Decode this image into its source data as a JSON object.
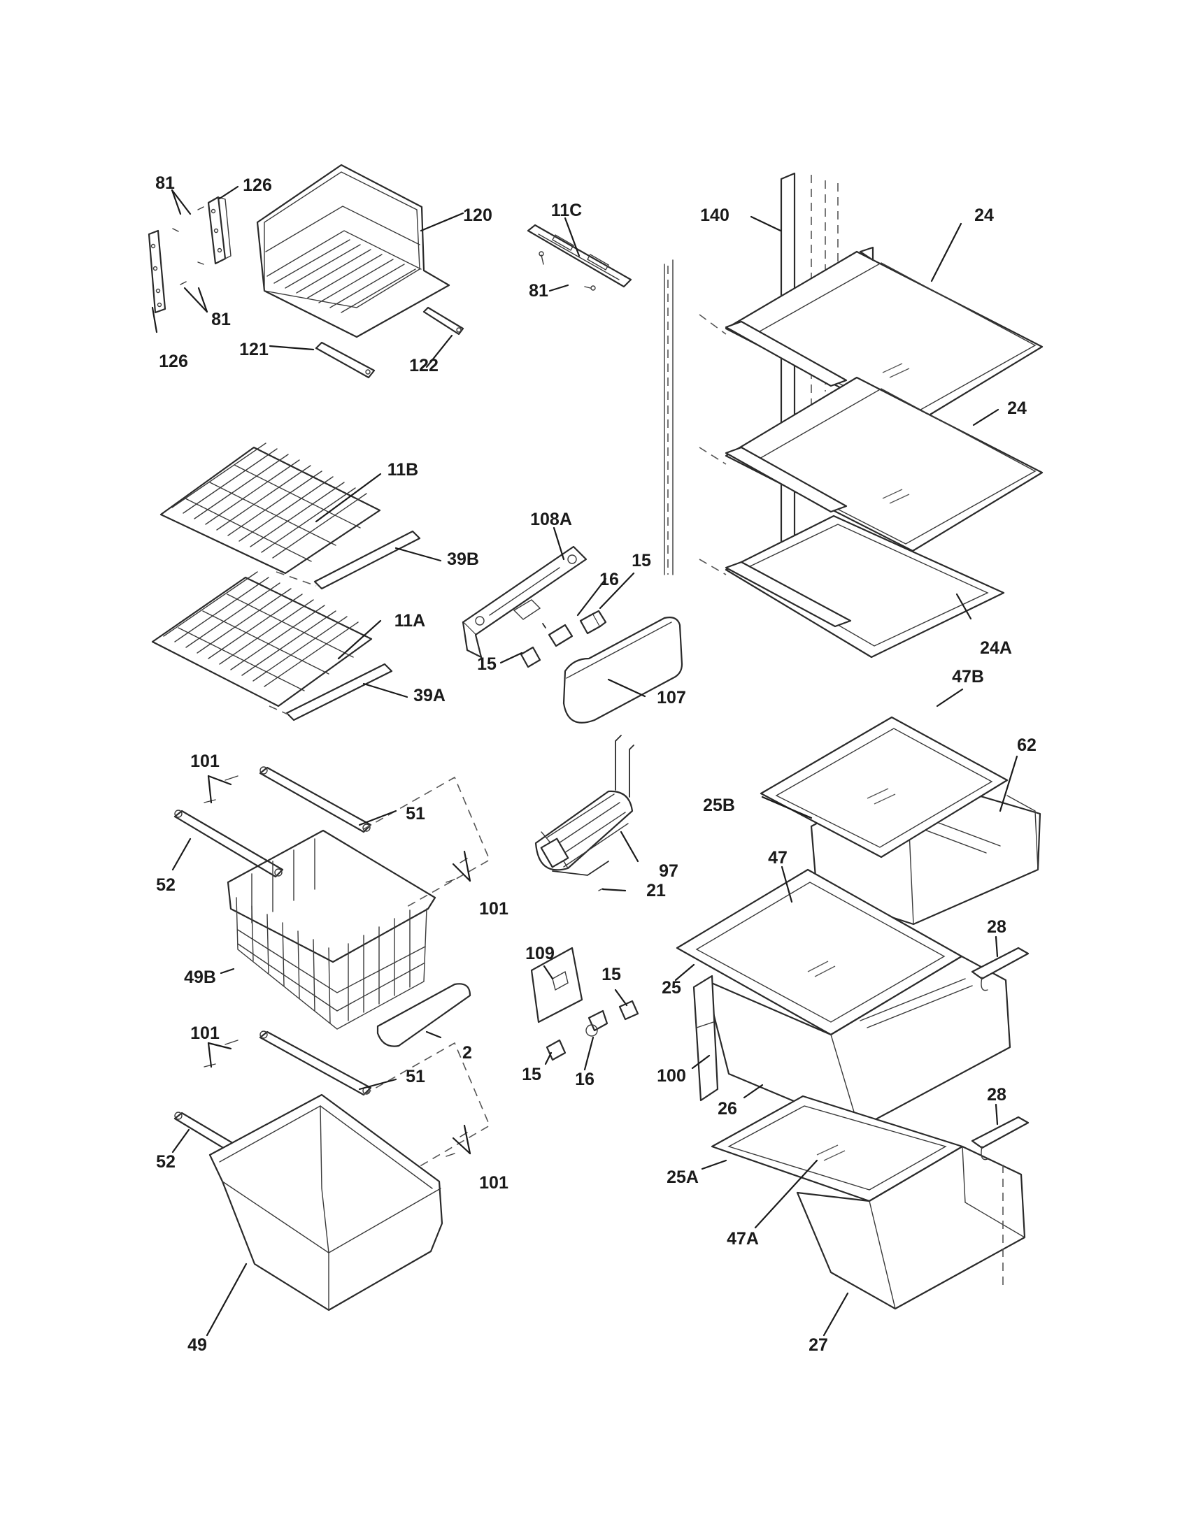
{
  "callouts": [
    {
      "id": "c81a",
      "text": "81"
    },
    {
      "id": "c126a",
      "text": "126"
    },
    {
      "id": "c120",
      "text": "120"
    },
    {
      "id": "c81b",
      "text": "81"
    },
    {
      "id": "c126b",
      "text": "126"
    },
    {
      "id": "c121",
      "text": "121"
    },
    {
      "id": "c122",
      "text": "122"
    },
    {
      "id": "c11C",
      "text": "11C"
    },
    {
      "id": "c81c",
      "text": "81"
    },
    {
      "id": "c140",
      "text": "140"
    },
    {
      "id": "c24a",
      "text": "24"
    },
    {
      "id": "c24b",
      "text": "24"
    },
    {
      "id": "c24A",
      "text": "24A"
    },
    {
      "id": "c11B",
      "text": "11B"
    },
    {
      "id": "c39B",
      "text": "39B"
    },
    {
      "id": "c11A",
      "text": "11A"
    },
    {
      "id": "c39A",
      "text": "39A"
    },
    {
      "id": "c108A",
      "text": "108A"
    },
    {
      "id": "c16a",
      "text": "16"
    },
    {
      "id": "c15a",
      "text": "15"
    },
    {
      "id": "c15b",
      "text": "15"
    },
    {
      "id": "c107",
      "text": "107"
    },
    {
      "id": "c47B",
      "text": "47B"
    },
    {
      "id": "c62",
      "text": "62"
    },
    {
      "id": "c25B",
      "text": "25B"
    },
    {
      "id": "c101a",
      "text": "101"
    },
    {
      "id": "c51a",
      "text": "51"
    },
    {
      "id": "c52a",
      "text": "52"
    },
    {
      "id": "c101b",
      "text": "101"
    },
    {
      "id": "c49B",
      "text": "49B"
    },
    {
      "id": "c2",
      "text": "2"
    },
    {
      "id": "c97",
      "text": "97"
    },
    {
      "id": "c21",
      "text": "21"
    },
    {
      "id": "c47",
      "text": "47"
    },
    {
      "id": "c28a",
      "text": "28"
    },
    {
      "id": "c25",
      "text": "25"
    },
    {
      "id": "c109",
      "text": "109"
    },
    {
      "id": "c15c",
      "text": "15"
    },
    {
      "id": "c15d",
      "text": "15"
    },
    {
      "id": "c16b",
      "text": "16"
    },
    {
      "id": "c100",
      "text": "100"
    },
    {
      "id": "c26",
      "text": "26"
    },
    {
      "id": "c101c",
      "text": "101"
    },
    {
      "id": "c51b",
      "text": "51"
    },
    {
      "id": "c52b",
      "text": "52"
    },
    {
      "id": "c101d",
      "text": "101"
    },
    {
      "id": "c28b",
      "text": "28"
    },
    {
      "id": "c25A",
      "text": "25A"
    },
    {
      "id": "c47A",
      "text": "47A"
    },
    {
      "id": "c49",
      "text": "49"
    },
    {
      "id": "c27",
      "text": "27"
    }
  ]
}
